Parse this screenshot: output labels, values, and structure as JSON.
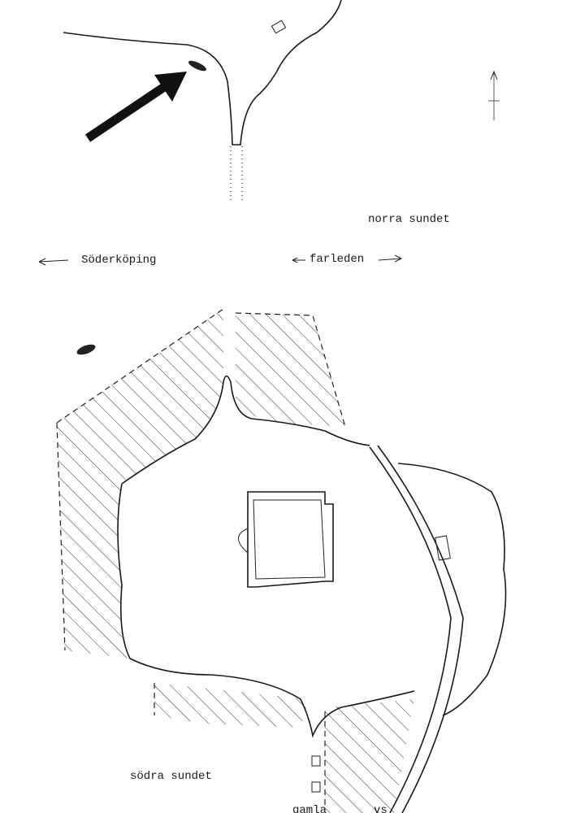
{
  "labels": {
    "north_strait": "norra  sundet",
    "soderkoping": "Söderköping",
    "fairway": "farleden",
    "south_strait": "södra sundet",
    "old_road": "gamla",
    "road_fragment": "vs"
  },
  "icons": [
    "north-arrow",
    "pointer-arrow",
    "boat-symbol",
    "arrow-left",
    "arrow-right"
  ],
  "colors": {
    "ink": "#1a1a1a",
    "paper": "#fefefe"
  }
}
